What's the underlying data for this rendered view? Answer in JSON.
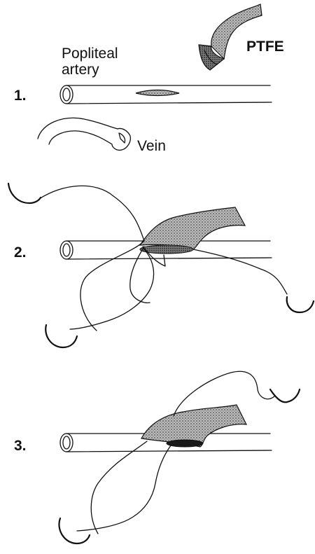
{
  "labels": {
    "popliteal_line1": "Popliteal",
    "popliteal_line2": "artery",
    "ptfe": "PTFE",
    "vein": "Vein"
  },
  "steps": [
    {
      "number": "1."
    },
    {
      "number": "2."
    },
    {
      "number": "3."
    }
  ],
  "colors": {
    "ink": "#111111",
    "graft_shading": "#8a8a8a",
    "graft_dark": "#3a3a3a",
    "background": "#ffffff"
  }
}
